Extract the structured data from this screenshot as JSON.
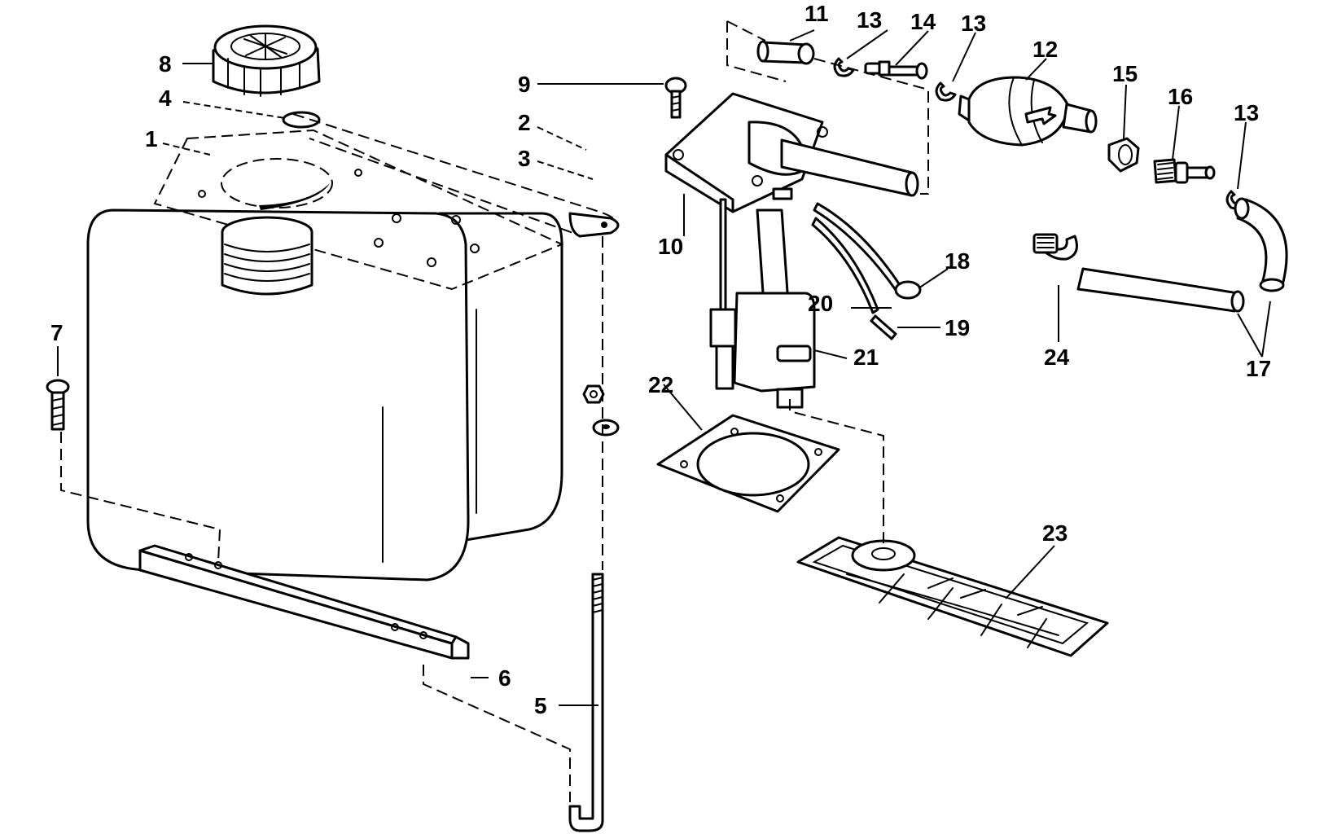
{
  "diagram": {
    "colors": {
      "line": "#000000",
      "background": "#ffffff"
    },
    "callouts": {
      "c1": "1",
      "c2": "2",
      "c3": "3",
      "c4": "4",
      "c5": "5",
      "c6": "6",
      "c7": "7",
      "c8": "8",
      "c9": "9",
      "c10": "10",
      "c11": "11",
      "c12": "12",
      "c13a": "13",
      "c13b": "13",
      "c13c": "13",
      "c14": "14",
      "c15": "15",
      "c16": "16",
      "c17": "17",
      "c18": "18",
      "c19": "19",
      "c20": "20",
      "c21": "21",
      "c22": "22",
      "c23": "23",
      "c24": "24"
    }
  }
}
